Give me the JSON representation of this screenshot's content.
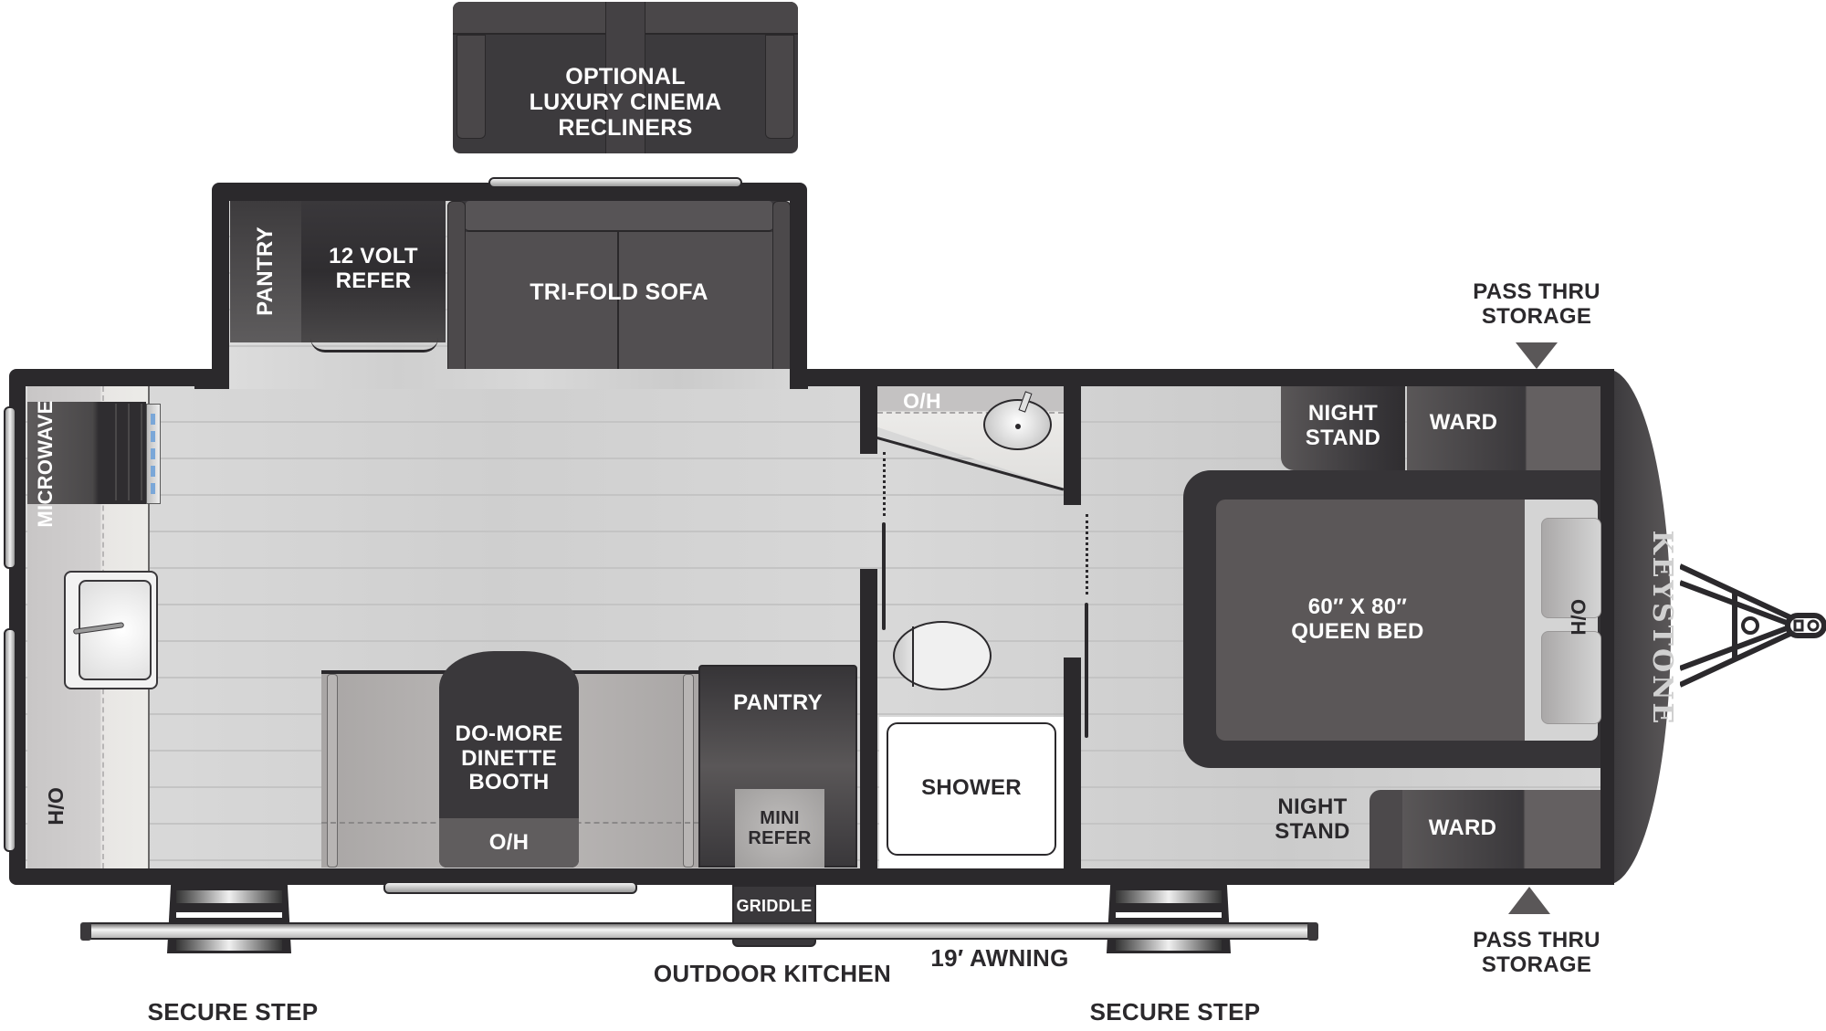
{
  "brand": "KEYSTONE",
  "colors": {
    "wall": "#2b292c",
    "furniture_dark": "#3a383b",
    "furniture_mid": "#5b5758",
    "floor": "#d4d4d4",
    "label_dark": "#2b292c",
    "label_light": "#ffffff"
  },
  "rooms": {
    "recliners": "OPTIONAL\nLUXURY CINEMA\nRECLINERS",
    "slideout_pantry": "PANTRY",
    "refer_12v": "12 VOLT\nREFER",
    "sofa": "TRI-FOLD SOFA",
    "microwave": "MICROWAVE",
    "kitchen_oh": "O/H",
    "dinette": "DO-MORE\nDINETTE\nBOOTH",
    "dinette_oh": "O/H",
    "pantry": "PANTRY",
    "mini_refer": "MINI\nREFER",
    "bath_oh": "O/H",
    "shower": "SHOWER",
    "night_stand_top": "NIGHT\nSTAND",
    "ward_top": "WARD",
    "bed": "60″ X 80″\nQUEEN BED",
    "bed_oh": "O/H",
    "night_stand_bottom": "NIGHT\nSTAND",
    "ward_bottom": "WARD"
  },
  "exterior": {
    "pass_thru_top": "PASS THRU\nSTORAGE",
    "pass_thru_bottom": "PASS THRU\nSTORAGE",
    "griddle": "GRIDDLE",
    "outdoor_kitchen": "OUTDOOR KITCHEN",
    "awning": "19′ AWNING",
    "secure_step_left": "SECURE STEP",
    "secure_step_right": "SECURE STEP"
  }
}
